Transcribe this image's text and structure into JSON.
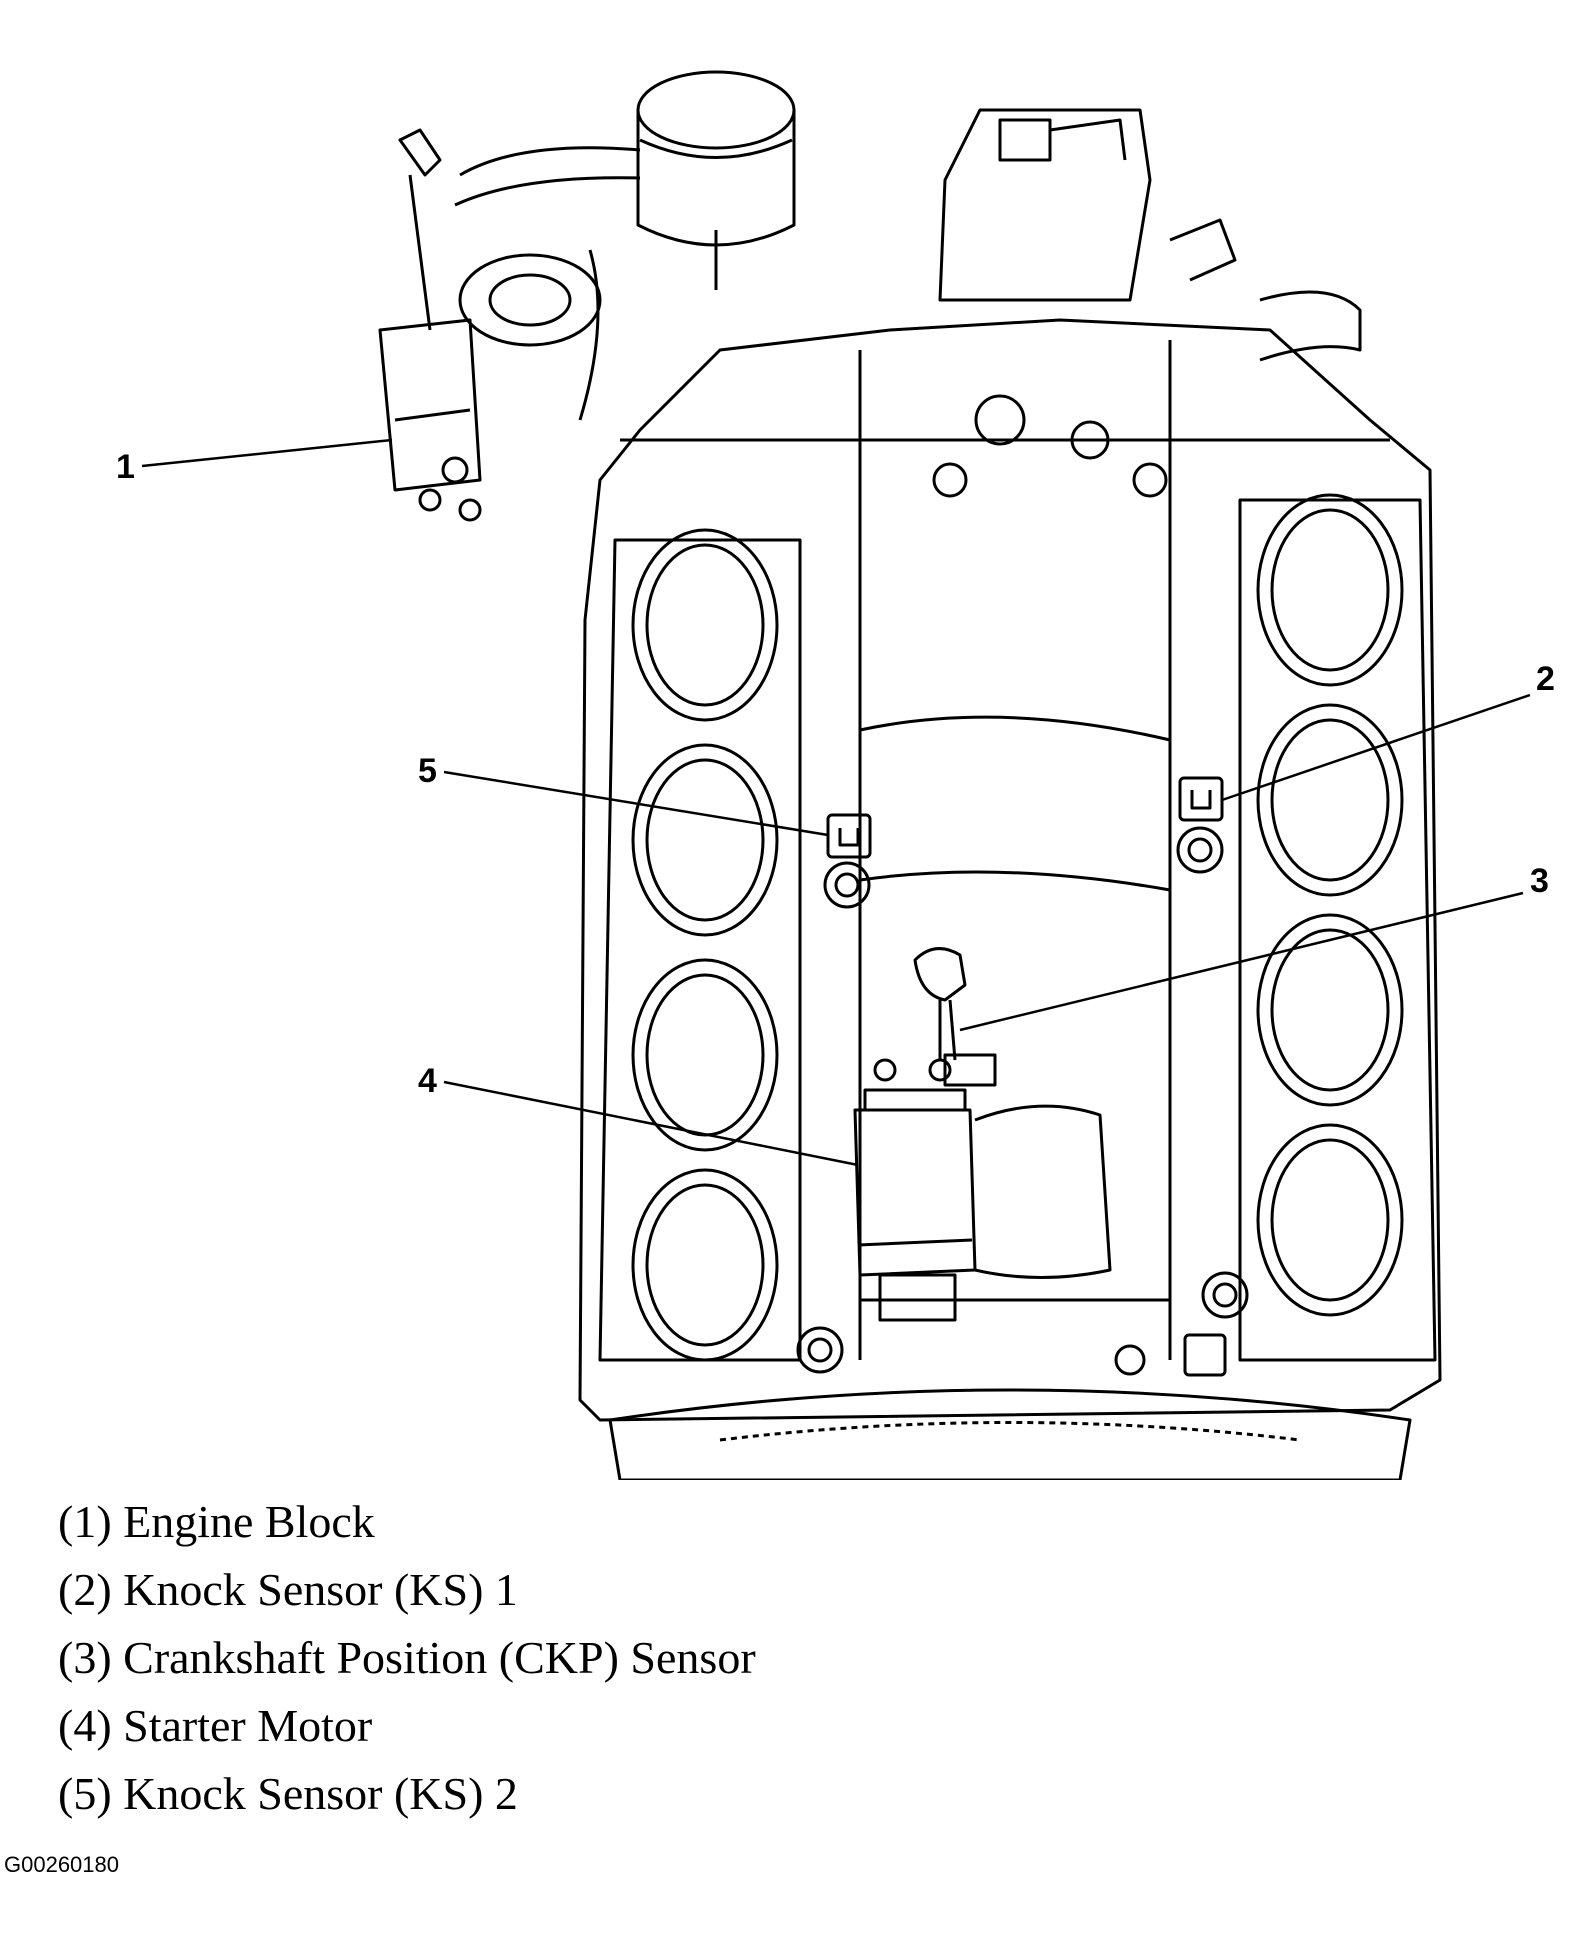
{
  "callouts": {
    "c1": "1",
    "c2": "2",
    "c3": "3",
    "c4": "4",
    "c5": "5"
  },
  "legend": [
    "(1) Engine Block",
    "(2) Knock Sensor (KS) 1",
    "(3) Crankshaft Position (CKP) Sensor",
    "(4) Starter Motor",
    "(5) Knock Sensor (KS) 2"
  ],
  "figure_code": "G00260180",
  "colors": {
    "ink": "#000000",
    "paper": "#ffffff"
  }
}
